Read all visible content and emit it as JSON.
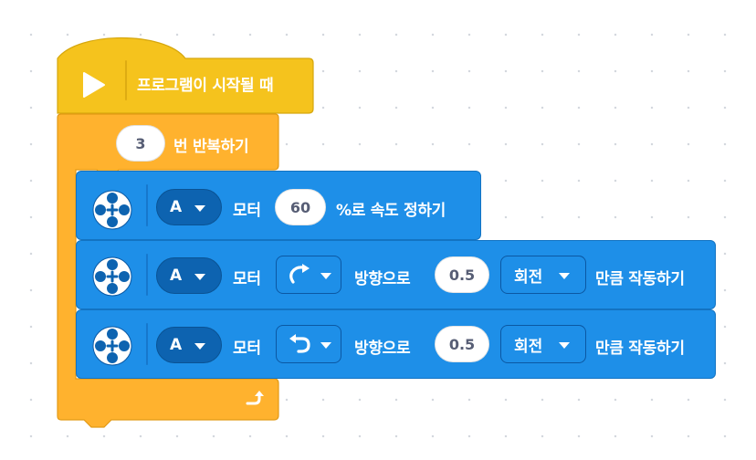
{
  "event_block": {
    "label": "프로그램이 시작될 때",
    "icon": "play-icon",
    "color": "#F5C31D"
  },
  "repeat_block": {
    "count": "3",
    "label": "번 반복하기",
    "icon": "loop-arrow-icon",
    "color": "#FFB22E"
  },
  "motor_speed_block": {
    "port": "A",
    "motor_label": "모터",
    "speed": "60",
    "suffix": "%로 속도 정하기",
    "color": "#1E8FE8"
  },
  "motor_run_blocks": [
    {
      "port": "A",
      "motor_label": "모터",
      "direction_icon": "clockwise-arrow-icon",
      "direction_label": "방향으로",
      "amount": "0.5",
      "unit": "회전",
      "suffix": "만큼 작동하기"
    },
    {
      "port": "A",
      "motor_label": "모터",
      "direction_icon": "counterclockwise-arrow-icon",
      "direction_label": "방향으로",
      "amount": "0.5",
      "unit": "회전",
      "suffix": "만큼 작동하기"
    }
  ]
}
